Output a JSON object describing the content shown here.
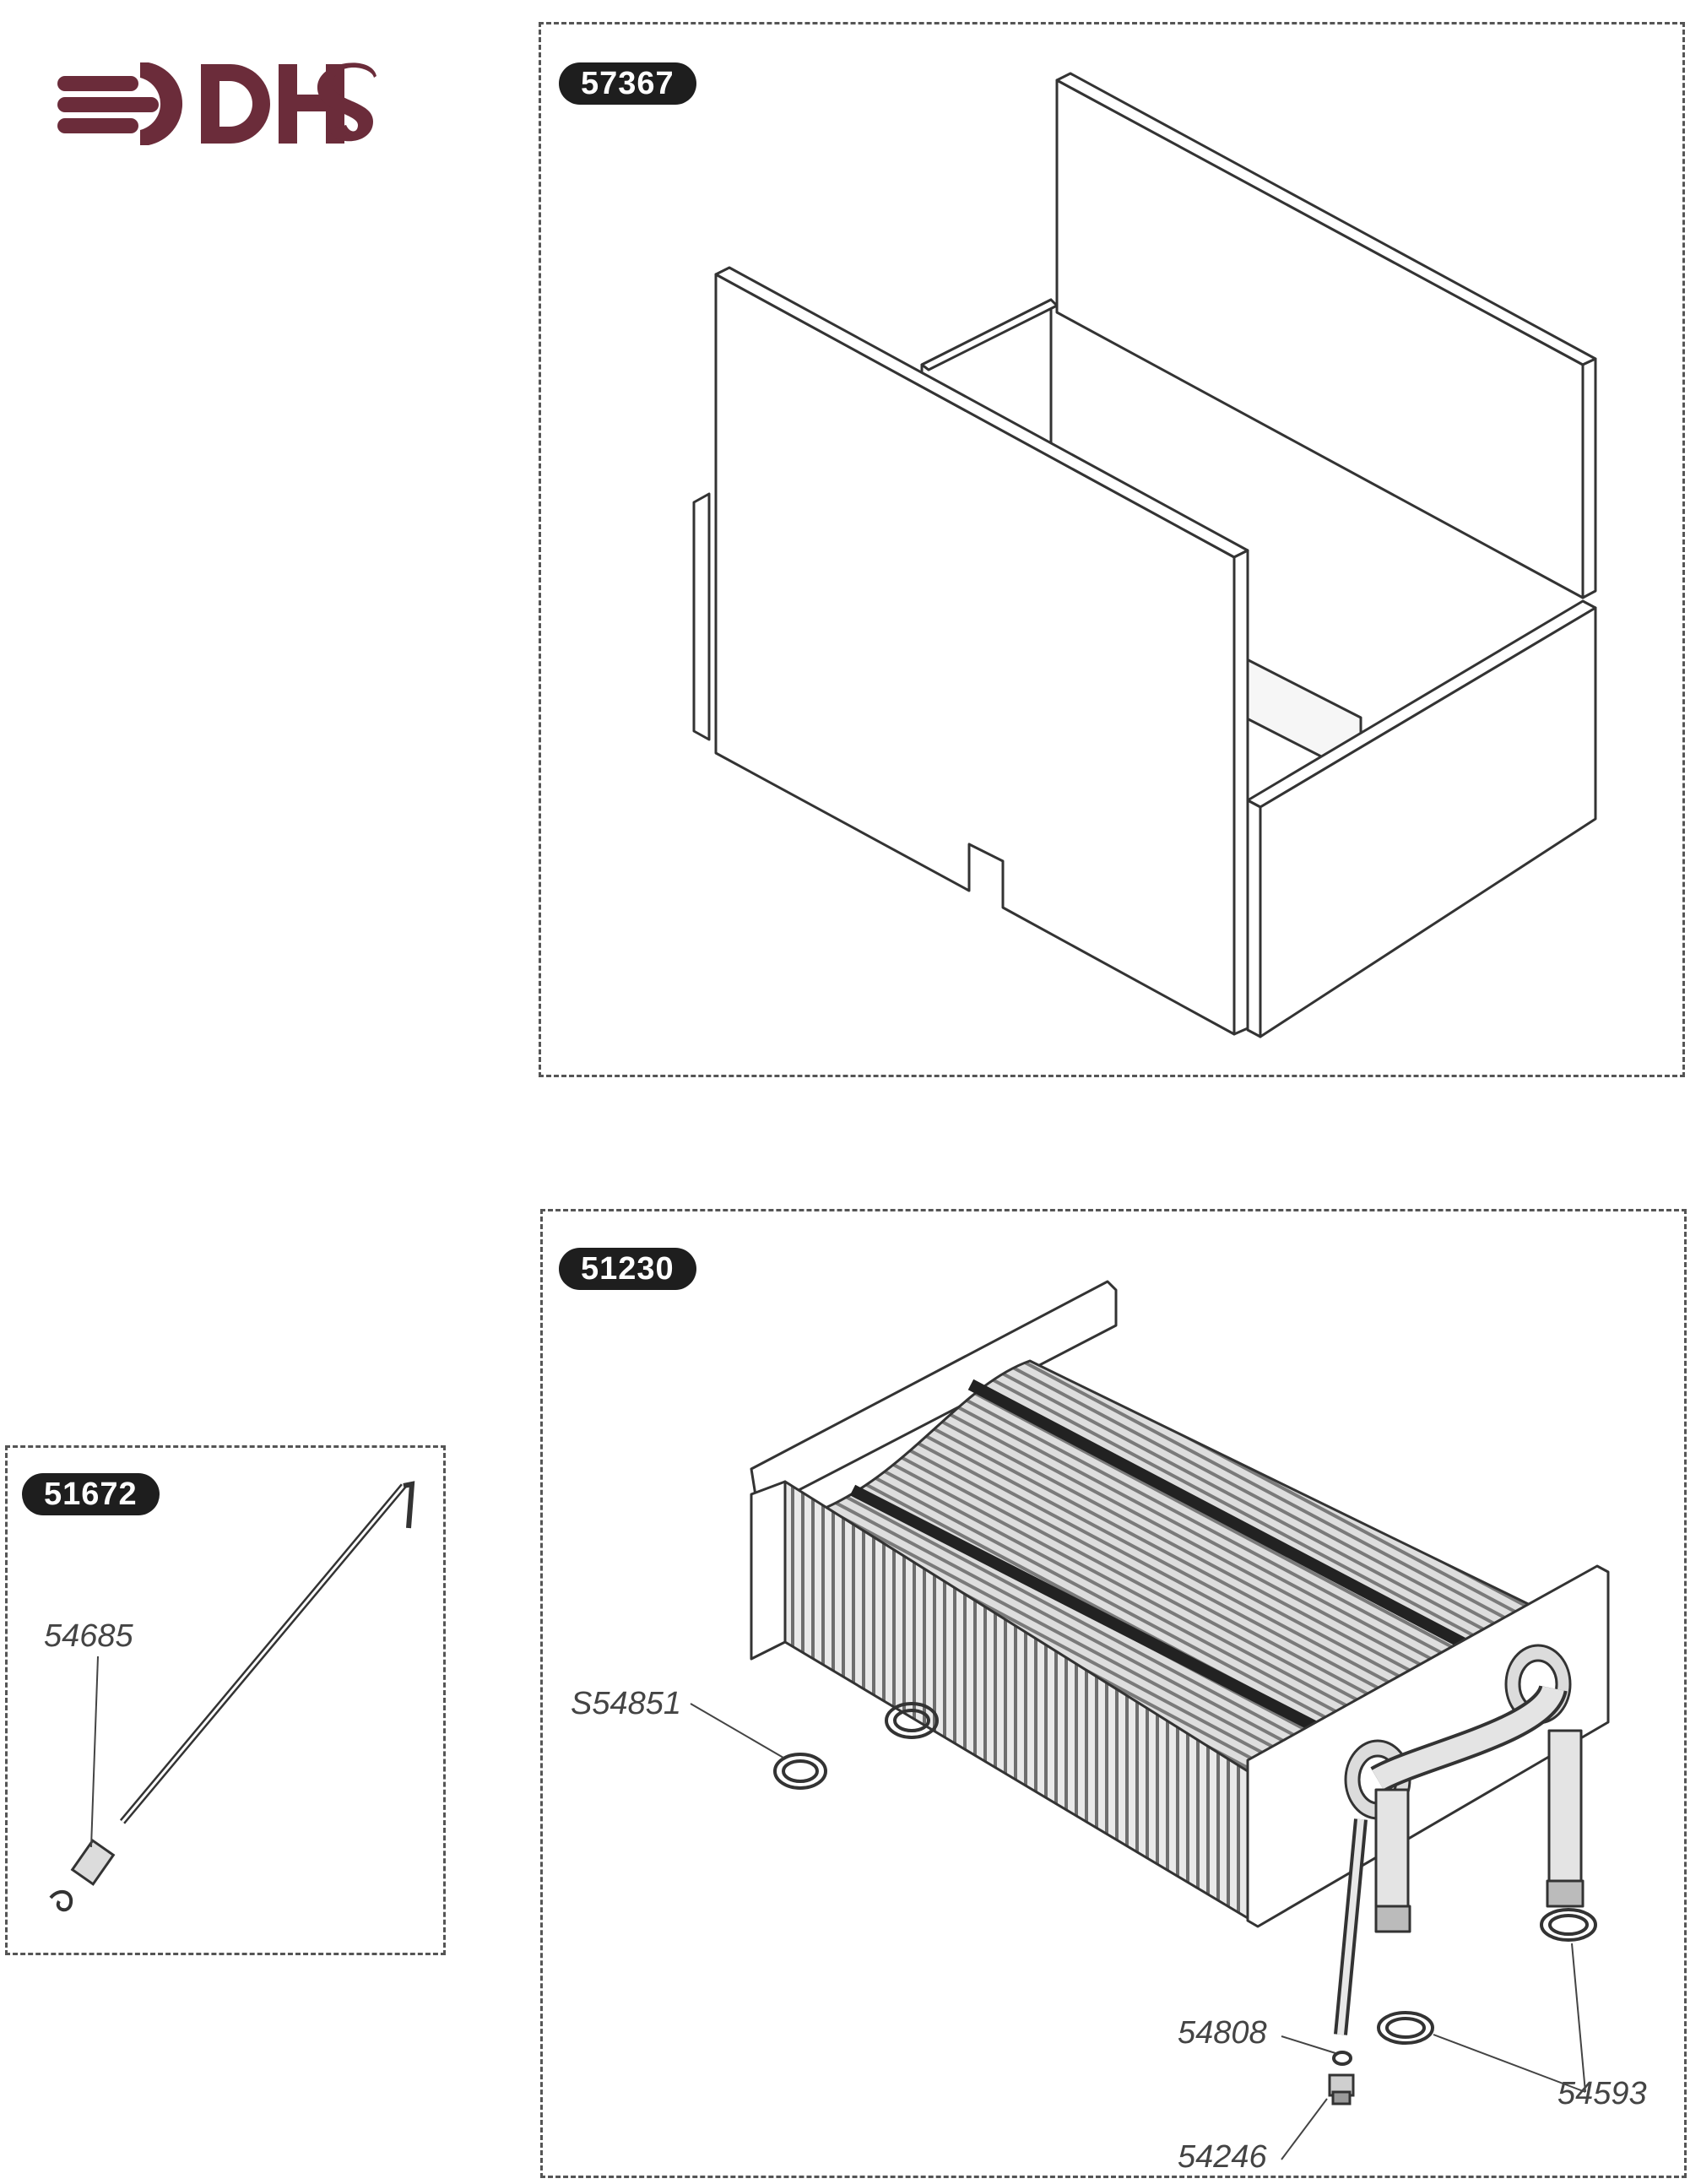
{
  "brand": {
    "logo_text": "DHS",
    "color": "#6b2c3a"
  },
  "panels": {
    "insulation": {
      "part_number": "57367"
    },
    "heat_exchanger": {
      "part_number": "51230",
      "callouts": {
        "washer_pair": "S54851",
        "small_oring": "54808",
        "plug": "54246",
        "seals": "54593"
      }
    },
    "electrode": {
      "part_number": "51672",
      "callouts": {
        "clip": "54685"
      }
    }
  },
  "colors": {
    "line": "#333333",
    "fin": "#777777",
    "panel_border": "#555555",
    "pill_bg": "#1e1e1e"
  }
}
